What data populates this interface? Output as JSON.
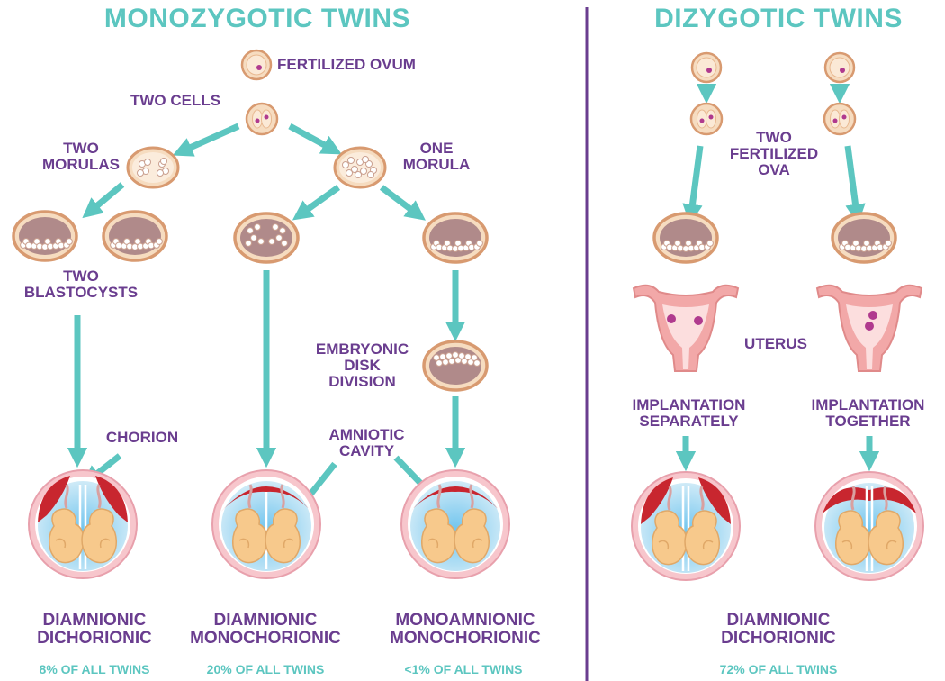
{
  "headings": {
    "mono": "MONOZYGOTIC TWINS",
    "di": "DIZYGOTIC TWINS"
  },
  "labels": {
    "fertilized_ovum": "FERTILIZED OVUM",
    "two_cells": "TWO CELLS",
    "two_morulas": "TWO\nMORULAS",
    "one_morula": "ONE\nMORULA",
    "two_blastocysts": "TWO\nBLASTOCYSTS",
    "embryonic_disk_division": "EMBRYONIC\nDISK\nDIVISION",
    "chorion": "CHORION",
    "amniotic_cavity": "AMNIOTIC\nCAVITY",
    "two_fertilized_ova": "TWO\nFERTILIZED\nOVA",
    "uterus": "UTERUS",
    "implantation_separately": "IMPLANTATION\nSEPARATELY",
    "implantation_together": "IMPLANTATION\nTOGETHER"
  },
  "outcomes": [
    {
      "name": "DIAMNIONIC\nDICHORIONIC",
      "percent": "8% OF ALL TWINS"
    },
    {
      "name": "DIAMNIONIC\nMONOCHORIONIC",
      "percent": "20% OF ALL TWINS"
    },
    {
      "name": "MONOAMNIONIC\nMONOCHORIONIC",
      "percent": "<1% OF ALL TWINS"
    },
    {
      "name": "DIAMNIONIC\nDICHORIONIC",
      "percent": "72% OF ALL TWINS"
    }
  ],
  "colors": {
    "heading": "#5cc6c0",
    "label": "#6a3d8f",
    "arrow": "#5cc6c0",
    "divider": "#6a3d8f",
    "cell_fill": "#f6dcc0",
    "cell_stroke": "#d89a70",
    "nucleus": "#b03a8e",
    "blastocyst_inner": "#b08a8a",
    "placenta": "#c8262f",
    "amniotic": "#a8d8f0",
    "fetus": "#f7c98c",
    "uterus": "#f2a8a8"
  }
}
